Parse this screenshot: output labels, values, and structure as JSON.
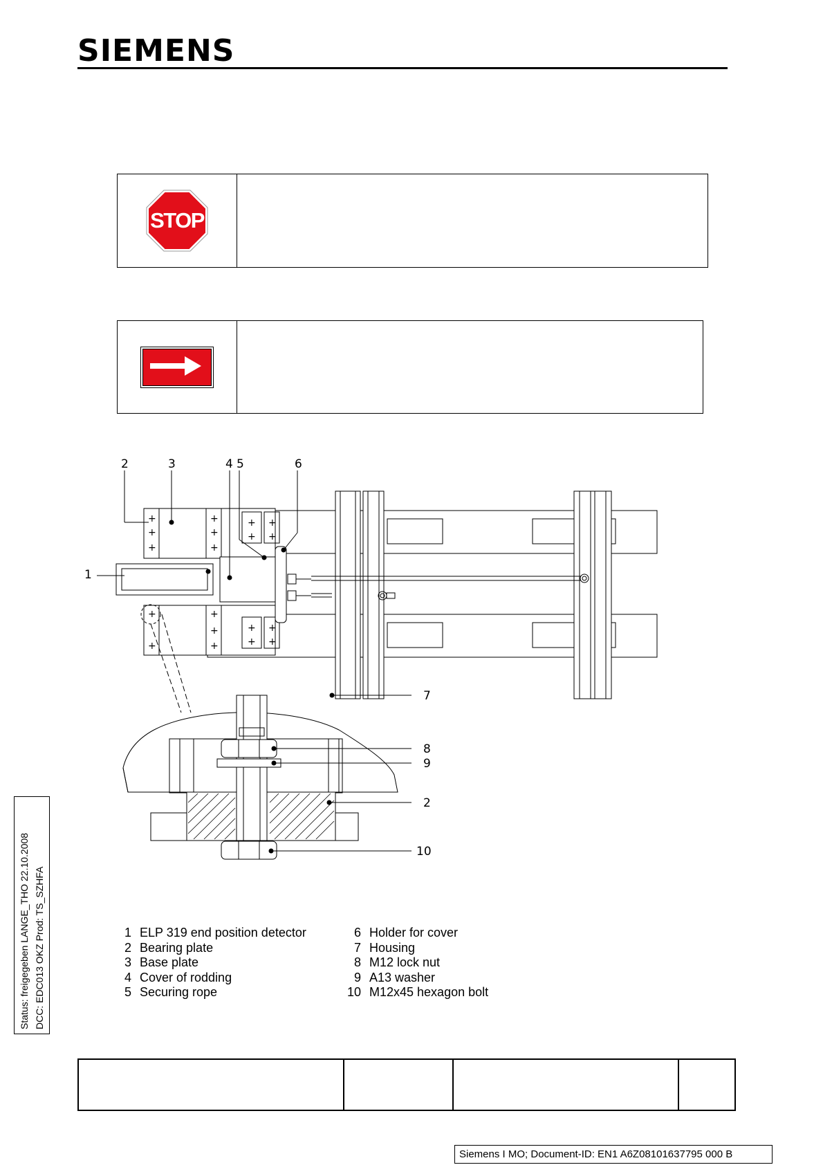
{
  "header": {
    "logo_text": "SIEMENS"
  },
  "notes": [
    {
      "icon": "stop-sign-icon",
      "sign_text": "STOP",
      "text": ""
    },
    {
      "icon": "right-arrow-sign-icon",
      "text": ""
    }
  ],
  "drawing": {
    "top_callouts": [
      "2",
      "3",
      "4",
      "5",
      "6"
    ],
    "left_callout": "1",
    "detail_callouts": [
      "7",
      "8",
      "9",
      "2",
      "10"
    ]
  },
  "legend": {
    "left": [
      {
        "num": "1",
        "label": "ELP 319 end position detector"
      },
      {
        "num": "2",
        "label": "Bearing plate"
      },
      {
        "num": "3",
        "label": "Base plate"
      },
      {
        "num": "4",
        "label": "Cover of rodding"
      },
      {
        "num": "5",
        "label": "Securing rope"
      }
    ],
    "right": [
      {
        "num": "6",
        "label": "Holder for cover"
      },
      {
        "num": "7",
        "label": "Housing"
      },
      {
        "num": "8",
        "label": "M12 lock nut"
      },
      {
        "num": "9",
        "label": "A13 washer"
      },
      {
        "num": "10",
        "label": "M12x45 hexagon bolt"
      }
    ]
  },
  "status": {
    "line1": "Status: freigegeben LANGE_THO 22.10.2008",
    "line2": "DCC: EDC013 OKZ Prod: TS_SZHFA"
  },
  "footer": {
    "document_id": "Siemens I MO; Document-ID: EN1 A6Z08101637795 000 B"
  },
  "colors": {
    "sign_red": "#e20f1a"
  }
}
